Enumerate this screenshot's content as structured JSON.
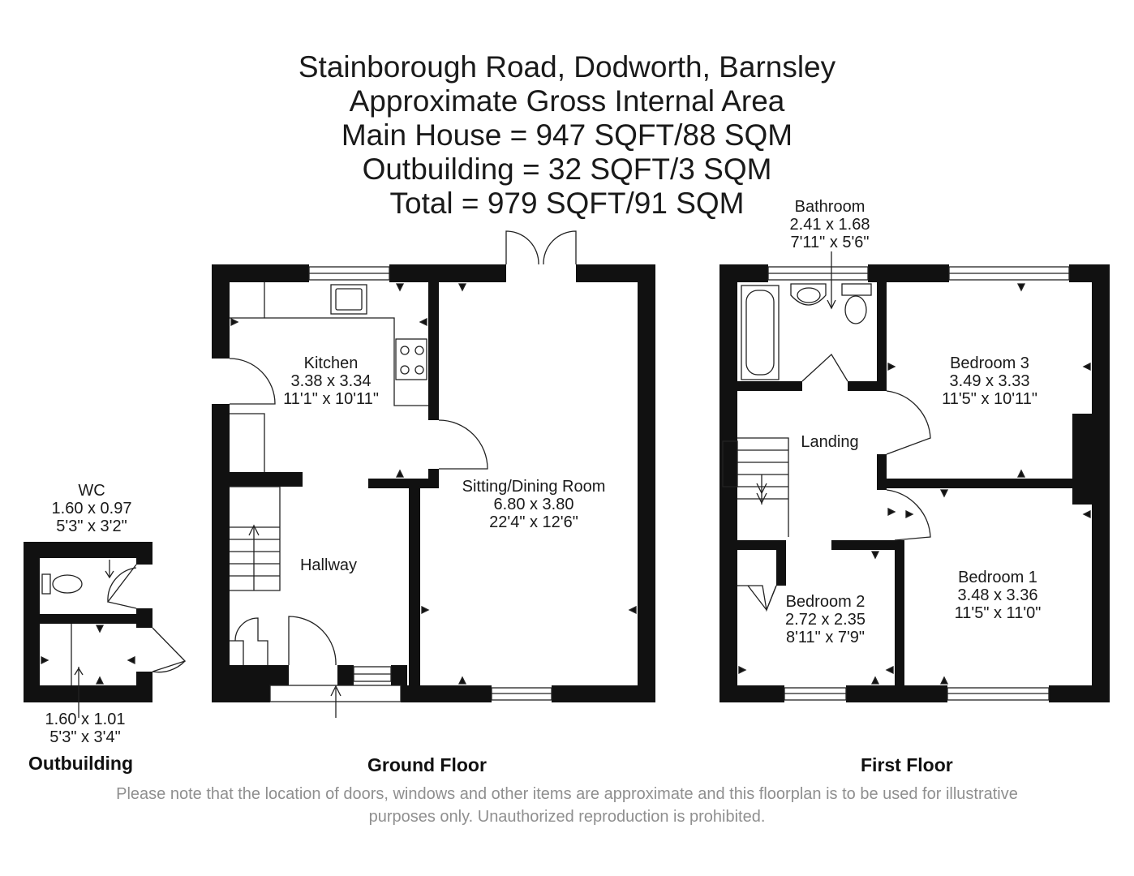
{
  "header": {
    "address": "Stainborough Road, Dodworth, Barnsley",
    "subtitle": "Approximate Gross Internal Area",
    "main_house": "Main House = 947 SQFT/88 SQM",
    "outbuilding": "Outbuilding = 32 SQFT/3 SQM",
    "total": "Total = 979 SQFT/91 SQM"
  },
  "rooms": {
    "kitchen": {
      "name": "Kitchen",
      "metric": "3.38 x 3.34",
      "imperial": "11'1\" x 10'11\""
    },
    "sitting_dining": {
      "name": "Sitting/Dining Room",
      "metric": "6.80 x 3.80",
      "imperial": "22'4\" x 12'6\""
    },
    "hallway": {
      "name": "Hallway"
    },
    "bathroom": {
      "name": "Bathroom",
      "metric": "2.41 x 1.68",
      "imperial": "7'11\" x 5'6\""
    },
    "bedroom3": {
      "name": "Bedroom 3",
      "metric": "3.49 x 3.33",
      "imperial": "11'5\" x 10'11\""
    },
    "landing": {
      "name": "Landing"
    },
    "bedroom2": {
      "name": "Bedroom 2",
      "metric": "2.72 x 2.35",
      "imperial": "8'11\" x 7'9\""
    },
    "bedroom1": {
      "name": "Bedroom 1",
      "metric": "3.48 x 3.36",
      "imperial": "11'5\" x 11'0\""
    },
    "wc": {
      "name": "WC",
      "metric": "1.60 x 0.97",
      "imperial": "5'3\" x 3'2\""
    },
    "store": {
      "metric": "1.60 x 1.01",
      "imperial": "5'3\" x 3'4\""
    }
  },
  "floors": {
    "outbuilding": "Outbuilding",
    "ground": "Ground Floor",
    "first": "First Floor"
  },
  "footer": {
    "line1": "Please note that the location of doors, windows and other items are approximate and this floorplan is to be used for illustrative",
    "line2": "purposes only. Unauthorized reproduction is prohibited."
  }
}
